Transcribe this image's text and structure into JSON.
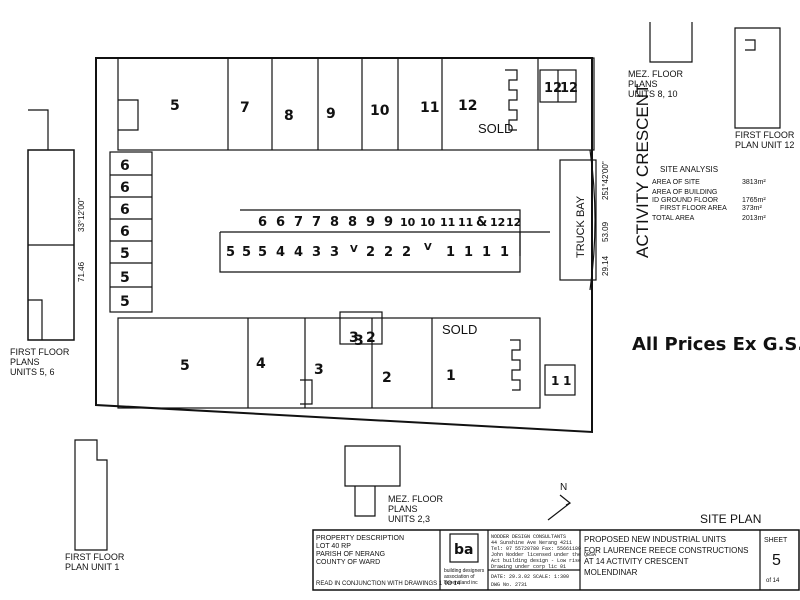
{
  "street": "ACTIVITY CRESCENT",
  "truck_bay": "TRUCK BAY",
  "prices_note": "All Prices Ex G.S.T.",
  "sold": [
    "SOLD",
    "SOLD"
  ],
  "site_plan": "SITE PLAN",
  "top_units": [
    "5",
    "7",
    "8",
    "9",
    "10",
    "11",
    "12"
  ],
  "bottom_units": [
    "5",
    "4",
    "3",
    "3",
    "2",
    "1"
  ],
  "parking": {
    "left_column": [
      "6",
      "6",
      "6",
      "6",
      "5",
      "5",
      "5"
    ],
    "upper_row": [
      "6",
      "6",
      "7",
      "7",
      "8",
      "8",
      "9",
      "9",
      "10",
      "10",
      "11",
      "11",
      "&",
      "12",
      "12"
    ],
    "lower_row": [
      "5",
      "5",
      "5",
      "4",
      "4",
      "3",
      "3",
      "V",
      "2",
      "2",
      "2",
      "V",
      "1",
      "1",
      "1",
      "1"
    ],
    "top_corner": [
      "12",
      "12"
    ],
    "bottom_corner": [
      "3",
      "2"
    ],
    "right_pair": [
      "1",
      "1"
    ]
  },
  "mez_floor_units_8_10": [
    "MEZ. FLOOR",
    "PLANS",
    "UNITS 8, 10"
  ],
  "first_floor_unit_12": [
    "FIRST FLOOR",
    "PLAN UNIT 12"
  ],
  "first_floor_units_5_6": [
    "FIRST FLOOR",
    "PLANS",
    "UNITS 5, 6"
  ],
  "first_floor_unit_1": [
    "FIRST FLOOR",
    "PLAN UNIT 1"
  ],
  "mez_floor_units_2_3": [
    "MEZ. FLOOR",
    "PLANS",
    "UNITS 2,3"
  ],
  "site_analysis": {
    "title": "SITE ANALYSIS",
    "rows": [
      {
        "label": "AREA OF SITE",
        "value": "3813m²"
      },
      {
        "label": "AREA OF BUILDING",
        "value": ""
      },
      {
        "label": "ID GROUND FLOOR",
        "value": "1765m²"
      },
      {
        "label": "FIRST FLOOR AREA",
        "value": "373m²"
      },
      {
        "label": "TOTAL AREA",
        "value": "2013m²"
      }
    ]
  },
  "property_description": [
    "PROPERTY DESCRIPTION",
    "LOT 40 RP",
    "PARISH OF NERANG",
    "COUNTY OF WARD"
  ],
  "read_note": "READ IN CONJUNCTION WITH DRAWINGS 1 TO 14",
  "firm_block": [
    "NODDER DESIGN CONSULTANTS",
    "44 Sunshine Ave Nerang 4211",
    "Tel: 07 55720780 Fax: 55661180",
    "John Nodder licensed under the QBSA",
    "Act building design - Low rise",
    "Drawing under corp lic 01"
  ],
  "logo_caption": [
    "building designers",
    "association of",
    "queensland inc"
  ],
  "date_row": "DATE: 29.3.02   SCALE: 1:300",
  "drawing_no": "DWG No. 2731",
  "title_block": [
    "PROPOSED NEW INDUSTRIAL UNITS",
    "FOR LAURENCE REECE CONSTRUCTIONS",
    "AT 14 ACTIVITY CRESCENT",
    "MOLENDINAR"
  ],
  "sheet": {
    "label": "SHEET",
    "number": "5",
    "of": "of 14"
  },
  "dimension_labels": [
    "33°12'00\"",
    "71.46",
    "53.09",
    "251°42'00\"",
    "29.14"
  ],
  "north": "N"
}
